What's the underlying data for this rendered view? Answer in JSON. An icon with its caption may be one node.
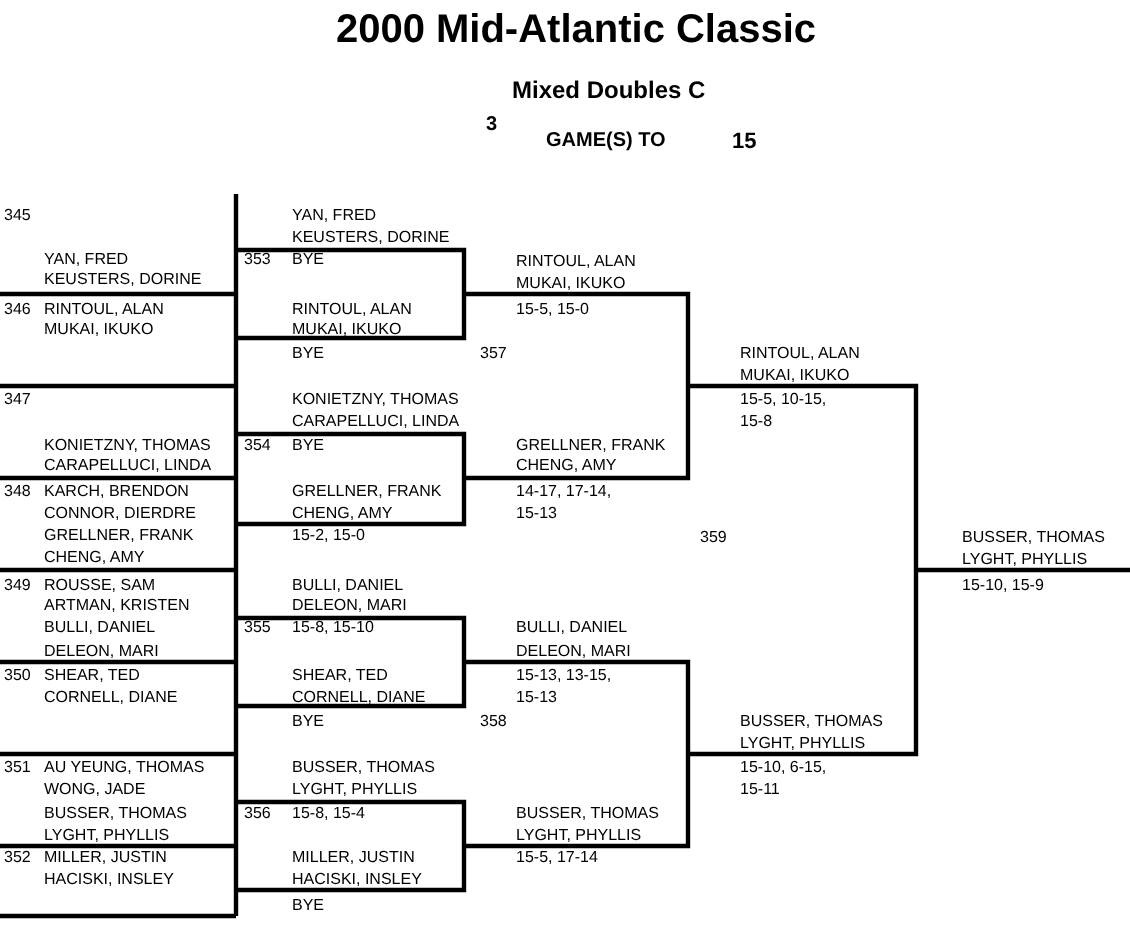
{
  "diagram": {
    "title": "2000 Mid-Atlantic Classic",
    "labels": [
      "Mixed Doubles C",
      "3",
      "GAME(S) TO",
      "15",
      "345",
      "YAN, FRED",
      "KEUSTERS, DORINE",
      "YAN, FRED",
      "353",
      "BYE",
      "RINTOUL, ALAN",
      "KEUSTERS, DORINE",
      "MUKAI, IKUKO",
      "346",
      "RINTOUL, ALAN",
      "RINTOUL, ALAN",
      "15-5, 15-0",
      "MUKAI, IKUKO",
      "MUKAI, IKUKO",
      "BYE",
      "357",
      "RINTOUL, ALAN",
      "MUKAI, IKUKO",
      "347",
      "KONIETZNY, THOMAS",
      "15-5, 10-15, 15-8",
      "CARAPELLUCI, LINDA",
      "KONIETZNY, THOMAS",
      "354",
      "BYE",
      "GRELLNER, FRANK",
      "CARAPELLUCI, LINDA",
      "CHENG, AMY",
      "348",
      "KARCH, BRENDON",
      "GRELLNER, FRANK",
      "14-17, 17-14, 15-13",
      "CONNOR, DIERDRE",
      "CHENG, AMY",
      "GRELLNER, FRANK",
      "15-2, 15-0",
      "359",
      "BUSSER, THOMAS",
      "CHENG, AMY",
      "LYGHT, PHYLLIS",
      "349",
      "ROUSSE, SAM",
      "BULLI, DANIEL",
      "15-10, 15-9",
      "ARTMAN, KRISTEN",
      "DELEON, MARI",
      "BULLI, DANIEL",
      "355",
      "15-8, 15-10",
      "BULLI, DANIEL",
      "DELEON, MARI",
      "DELEON, MARI",
      "350",
      "SHEAR, TED",
      "SHEAR, TED",
      "15-13, 13-15, 15-13",
      "CORNELL, DIANE",
      "CORNELL, DIANE",
      "BYE",
      "358",
      "BUSSER, THOMAS",
      "LYGHT, PHYLLIS",
      "351",
      "AU YEUNG, THOMAS",
      "BUSSER, THOMAS",
      "15-10, 6-15, 15-11",
      "WONG, JADE",
      "LYGHT, PHYLLIS",
      "BUSSER, THOMAS",
      "356",
      "15-8, 15-4",
      "BUSSER, THOMAS",
      "LYGHT, PHYLLIS",
      "LYGHT, PHYLLIS",
      "352",
      "MILLER, JUSTIN",
      "MILLER, JUSTIN",
      "15-5, 17-14",
      "HACISKI, INSLEY",
      "HACISKI, INSLEY",
      "BYE"
    ]
  }
}
